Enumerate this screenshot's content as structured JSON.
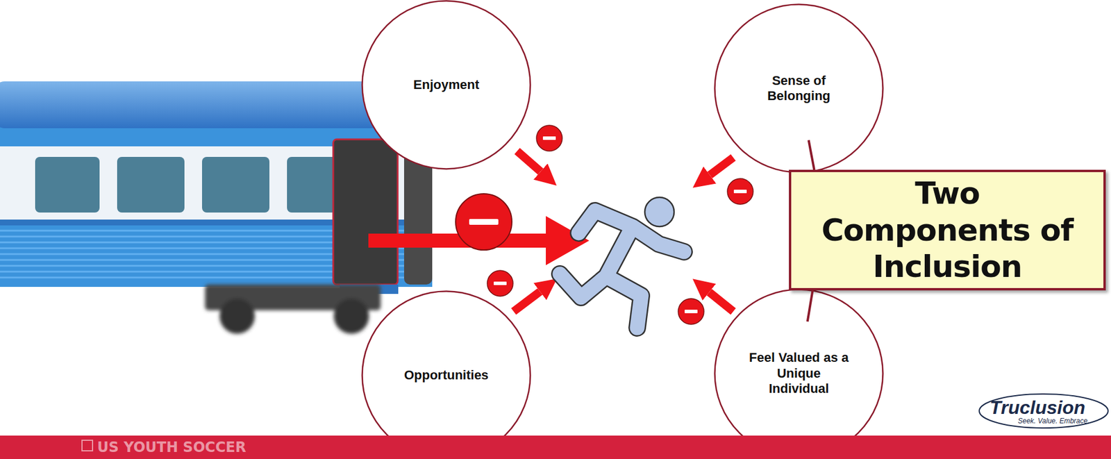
{
  "diagram": {
    "nodes": [
      {
        "text": [
          "Enjoyment"
        ]
      },
      {
        "text": [
          "Sense of Belonging"
        ]
      },
      {
        "text": [
          "Two Components of Inclusion"
        ]
      },
      {
        "text": [
          "Opportunities"
        ]
      },
      {
        "text": [
          "Feel Valued as a Unique Individual"
        ]
      }
    ],
    "edges": [
      {
        "from": 2,
        "to": 1,
        "arrow": "none"
      },
      {
        "from": 2,
        "to": 4,
        "arrow": "none"
      }
    ],
    "labels": [
      "Truclusion",
      "Seek. Value. Embrace.",
      "US YOUTH SOCCER"
    ]
  }
}
